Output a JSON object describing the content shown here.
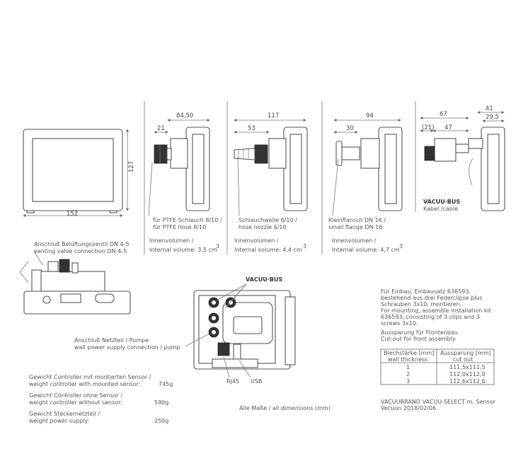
{
  "front_view": {
    "width": "152",
    "height": "127"
  },
  "variants": [
    {
      "dim_total": "84,50",
      "dim_sub": "21",
      "label_de": "für PTFE Schlauch 8/10 /",
      "label_en": "für PTFE hose 8/10",
      "vol_de": "Innenvolumen /",
      "vol_en": "Internal volume: 3,5 cm",
      "sup": "3"
    },
    {
      "dim_total": "117",
      "dim_sub": "53",
      "label_de": "Schlauchwelle 6/10 /",
      "label_en": "hose nozzle 6/10",
      "vol_de": "Innenvolumen /",
      "vol_en": "Internal volume: 4,4 cm",
      "sup": "3"
    },
    {
      "dim_total": "94",
      "dim_sub": "30",
      "label_de": "Kleinflansch DN 16 /",
      "label_en": "small flange DN 16",
      "vol_de": "Innenvolumen /",
      "vol_en": "Internal volume: 4,7 cm",
      "sup": "3"
    },
    {
      "dim_a": "67",
      "dim_b": "41",
      "dim_c": "29,5",
      "dim_d": "(21)",
      "dim_e": "47",
      "label_bus": "VACUU·BUS",
      "label_cable": "Kabel /cable"
    }
  ],
  "side_view": {
    "label_de": "Anschluß Belüftungsventil DN 4-5",
    "label_en": "venting valve connection DN 4-5"
  },
  "back_view": {
    "bus_label": "VACUU·BUS",
    "power_de": "Anschluß Netzteil / Pumpe",
    "power_en": "wall power supply connection / pump",
    "rj45": "RJ45",
    "usb": "USB"
  },
  "weights": [
    {
      "de": "Gewicht Controller mit montierten Sensor /",
      "en": "weight controller with mounted sensor:",
      "value": "745g"
    },
    {
      "de": "Gewicht Controller ohne Sensor /",
      "en": "weight controller without sensor:",
      "value": "590g"
    },
    {
      "de": "Gewicht Steckernetzteil /",
      "en": "weight power supply:",
      "value": "250g"
    }
  ],
  "all_dimensions": "Alle Maße / all dimensions (mm)",
  "install_notes": [
    "Für Einbau, Einbausatz 636593,",
    "bestehend aus drei Federclipse plus",
    "Schrauben 3x10, montieren.",
    "For mounting, assemble installation kit",
    "636593, consisting of 3 clips and 3",
    "screws 3x10."
  ],
  "cutout_notes": [
    "Aussparung für Frontenbau",
    "Cut-out for front assembly"
  ],
  "table": {
    "headers": [
      [
        "Blechstärke [mm]",
        "wall thickness"
      ],
      [
        "Aussparung [mm]",
        "cut out"
      ]
    ],
    "rows": [
      [
        "1",
        "111,5x111,5"
      ],
      [
        "2",
        "112,0x112,0"
      ],
      [
        "3",
        "112,6x112,6"
      ]
    ]
  },
  "footer": [
    "VACUUBRAND VACUU-SELECT m. Sensor",
    "Version 2018/02/06"
  ]
}
